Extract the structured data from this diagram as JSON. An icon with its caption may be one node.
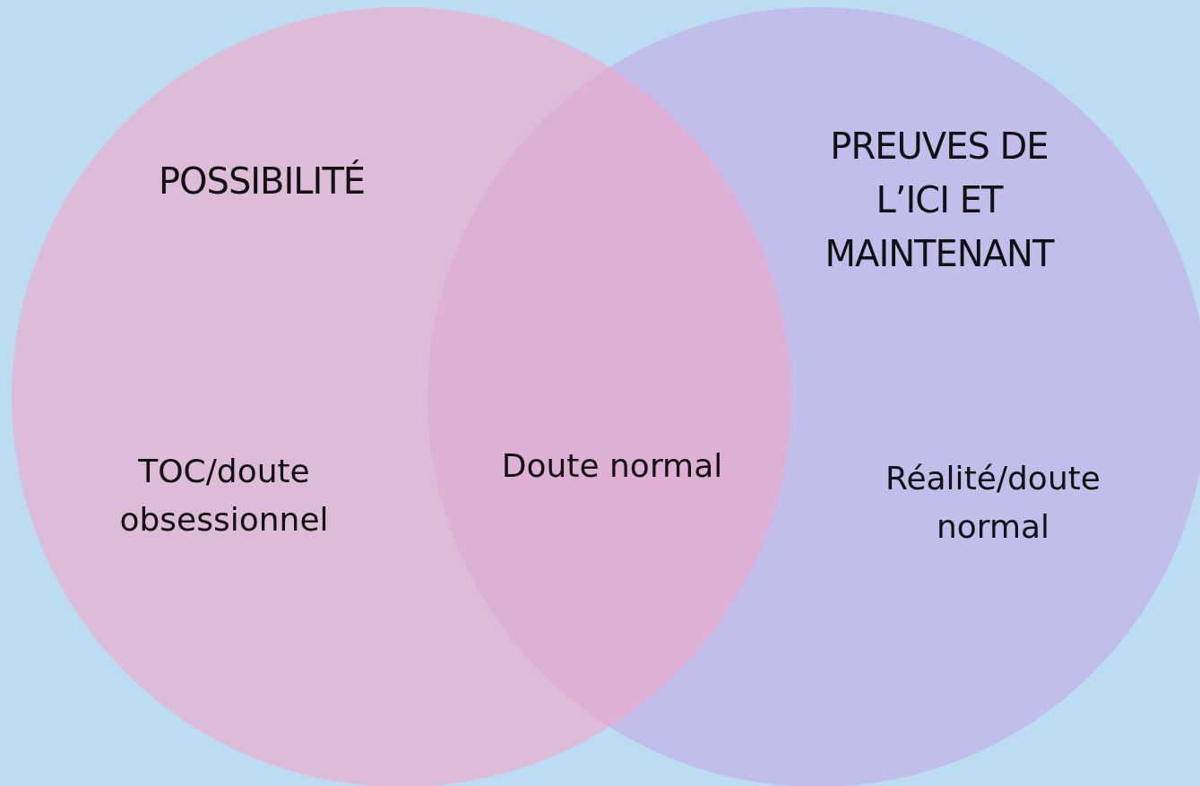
{
  "diagram": {
    "nodes": [
      {
        "text": [
          "POSSIBILITÉ",
          "TOC/doute obsessionnel"
        ]
      },
      {
        "text": [
          "PREUVES DE L’ICI ET MAINTENANT",
          "Réalité/doute normal"
        ]
      }
    ],
    "labels": [
      "Doute normal"
    ]
  }
}
